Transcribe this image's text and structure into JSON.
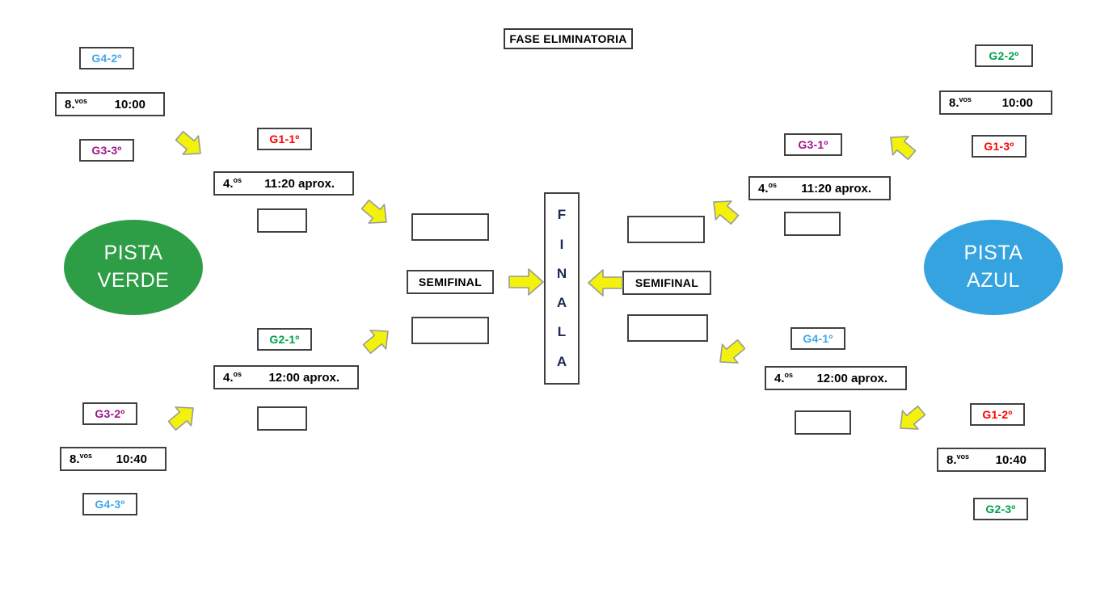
{
  "title": "FASE ELIMINATORIA",
  "colors": {
    "pista_verde_fill": "#2E9E46",
    "pista_azul_fill": "#34A3E0",
    "arrow_fill": "#F2F20D",
    "arrow_stroke": "#9A9A9A",
    "box_border": "#404040",
    "g1": "#FF0000",
    "g2": "#00A14B",
    "g3": "#A0158E",
    "g4": "#41A8E8",
    "final_text": "#1B2A55"
  },
  "final_column": {
    "letters": [
      "F",
      "I",
      "N",
      "A",
      "L",
      "A"
    ]
  },
  "pistas": [
    {
      "name": "pista-verde",
      "line1": "PISTA",
      "line2": "VERDE"
    },
    {
      "name": "pista-azul",
      "line1": "PISTA",
      "line2": "AZUL"
    }
  ],
  "semifinals": [
    {
      "label": "SEMIFINAL"
    },
    {
      "label": "SEMIFINAL"
    }
  ],
  "rounds": {
    "octavos_label": "8.",
    "octavos_sup": "vos",
    "cuartos_label": "4.",
    "cuartos_sup": "os"
  },
  "left": {
    "octavos": [
      {
        "time": "10:00",
        "teams": [
          {
            "code": "G4-2º",
            "group": "g4"
          },
          {
            "code": "G3-3º",
            "group": "g3"
          }
        ]
      },
      {
        "time": "10:40",
        "teams": [
          {
            "code": "G3-2º",
            "group": "g3"
          },
          {
            "code": "G4-3º",
            "group": "g4"
          }
        ]
      }
    ],
    "cuartos": [
      {
        "time": "11:20 aprox.",
        "seed": {
          "code": "G1-1º",
          "group": "g1"
        }
      },
      {
        "time": "12:00 aprox.",
        "seed": {
          "code": "G2-1º",
          "group": "g2"
        }
      }
    ]
  },
  "right": {
    "octavos": [
      {
        "time": "10:00",
        "teams": [
          {
            "code": "G2-2º",
            "group": "g2"
          },
          {
            "code": "G1-3º",
            "group": "g1"
          }
        ]
      },
      {
        "time": "10:40",
        "teams": [
          {
            "code": "G1-2º",
            "group": "g1"
          },
          {
            "code": "G2-3º",
            "group": "g2"
          }
        ]
      }
    ],
    "cuartos": [
      {
        "time": "11:20 aprox.",
        "seed": {
          "code": "G3-1º",
          "group": "g3"
        }
      },
      {
        "time": "12:00 aprox.",
        "seed": {
          "code": "G4-1º",
          "group": "g4"
        }
      }
    ]
  }
}
